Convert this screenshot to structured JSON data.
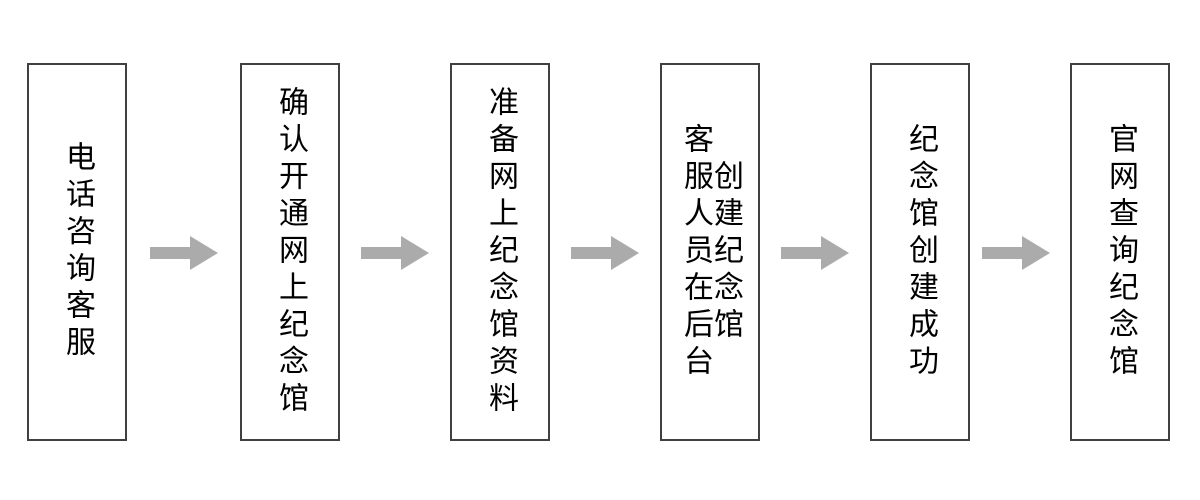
{
  "diagram": {
    "type": "horizontal-process-flow",
    "orientation": "left-to-right",
    "text_direction": "vertical-right-to-left",
    "background_color": "#ffffff",
    "box_border_color": "#404040",
    "box_fill_color": "#ffffff",
    "arrow_color": "#ababab",
    "text_color": "#000000",
    "step_count": 6,
    "arrow_count": 5,
    "steps": [
      {
        "index": 1,
        "columns": [
          "电话咨询客服"
        ],
        "full_text": "电话咨询客服"
      },
      {
        "index": 2,
        "columns": [
          "确认开通网上纪念馆"
        ],
        "full_text": "确认开通网上纪念馆"
      },
      {
        "index": 3,
        "columns": [
          "准备网上纪念馆资料"
        ],
        "full_text": "准备网上纪念馆资料"
      },
      {
        "index": 4,
        "columns": [
          "客服人员在后台",
          "创建纪念馆"
        ],
        "full_text": "客服人员在后台创建纪念馆"
      },
      {
        "index": 5,
        "columns": [
          "纪念馆创建成功"
        ],
        "full_text": "纪念馆创建成功"
      },
      {
        "index": 6,
        "columns": [
          "官网查询纪念馆"
        ],
        "full_text": "官网查询纪念馆"
      }
    ],
    "arrows": [
      {
        "index": 1,
        "from_step": 1,
        "to_step": 2,
        "icon": "right-block-arrow-icon"
      },
      {
        "index": 2,
        "from_step": 2,
        "to_step": 3,
        "icon": "right-block-arrow-icon"
      },
      {
        "index": 3,
        "from_step": 3,
        "to_step": 4,
        "icon": "right-block-arrow-icon"
      },
      {
        "index": 4,
        "from_step": 4,
        "to_step": 5,
        "icon": "right-block-arrow-icon"
      },
      {
        "index": 5,
        "from_step": 5,
        "to_step": 6,
        "icon": "right-block-arrow-icon"
      }
    ]
  }
}
